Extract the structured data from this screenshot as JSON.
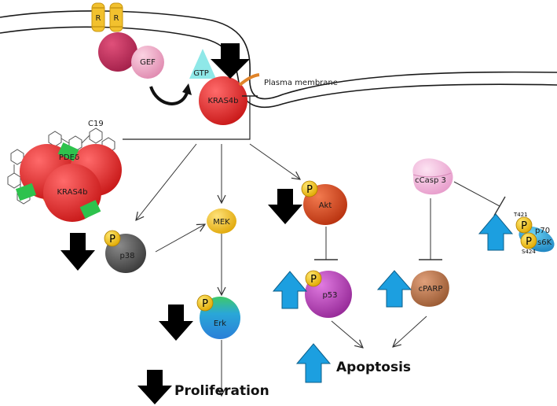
{
  "labels": {
    "receptor_1": "R",
    "receptor_2": "R",
    "gef": "GEF",
    "gtp": "GTP",
    "kras_membrane": "KRAS4b",
    "plasma_membrane": "Plasma membrane",
    "c19": "C19",
    "pde_delta": "PDEδ",
    "kras_complex": "KRAS4b",
    "p38": "p38",
    "mek": "MEK",
    "erk": "Erk",
    "akt": "Akt",
    "p53": "p53",
    "ccasp3": "cCasp 3",
    "cparp": "cPARP",
    "p70_a": "p70",
    "p70_b": "s6K",
    "site_t421": "T421",
    "site_s424": "S424",
    "phospho": "P",
    "proliferation": "Proliferation",
    "apoptosis": "Apoptosis"
  },
  "colors": {
    "receptor": "#f2c12e",
    "gef_partner": "#c42e5b",
    "gef": "#f0a7c2",
    "gtp": "#8fe8e8",
    "kras": "#e32626",
    "pde_delta": "#2ec24d",
    "p38": "#555555",
    "mek": "#f2c12e",
    "erk": "#2a9fd8",
    "akt": "#d9441f",
    "p53": "#b63fb8",
    "ccasp3": "#f2b6dc",
    "cparp": "#b87349",
    "p70s6k": "#2a9fd8",
    "phospho": "#f4c20d",
    "up_arrow": "#1c9fe0",
    "down_arrow": "#000000"
  },
  "regulation": {
    "kras_membrane": "decreased",
    "p38": "decreased",
    "erk": "decreased",
    "akt": "decreased",
    "p53": "increased",
    "cparp": "increased",
    "p70s6k": "increased",
    "proliferation": "decreased",
    "apoptosis": "increased"
  }
}
